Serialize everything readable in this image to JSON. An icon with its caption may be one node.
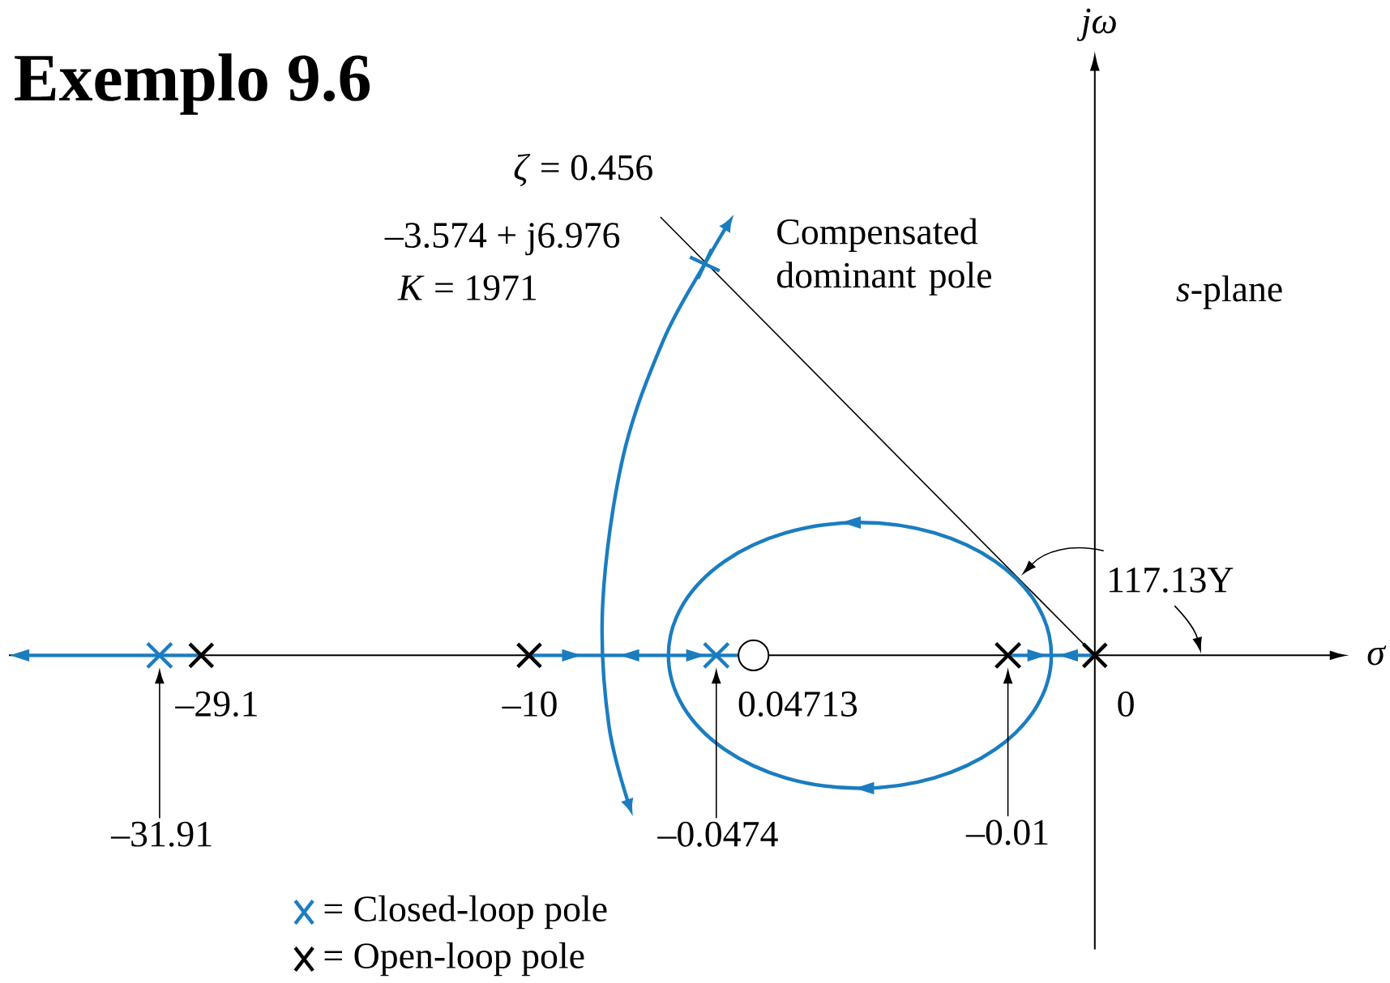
{
  "diagram": {
    "title": "Exemplo 9.6",
    "nodes": [
      {
        "text": [],
        "shape": "cross"
      },
      {
        "text": [],
        "shape": "cross"
      },
      {
        "text": [],
        "shape": "cross"
      },
      {
        "text": [
          "–31.91"
        ]
      },
      {
        "text": [
          "–0.0474"
        ]
      },
      {
        "text": [
          "–0.01"
        ]
      }
    ],
    "edges": [
      {
        "from": 3,
        "to": 0,
        "arrow": "to"
      },
      {
        "from": 4,
        "to": 1,
        "arrow": "to"
      },
      {
        "from": 5,
        "to": 2,
        "arrow": "to"
      }
    ],
    "labels": [
      "jω",
      "*ζ* = 0.456",
      "–3.574 + j6.976",
      "*K* = 1971",
      "Compensated dominant pole",
      "*s*-plane",
      "117.13Υ",
      "σ",
      "–29.1",
      "–10",
      "0.04713",
      "0"
    ],
    "legend": [
      {
        "text": "= Closed-loop pole"
      },
      {
        "text": "= Open-loop pole"
      }
    ]
  }
}
